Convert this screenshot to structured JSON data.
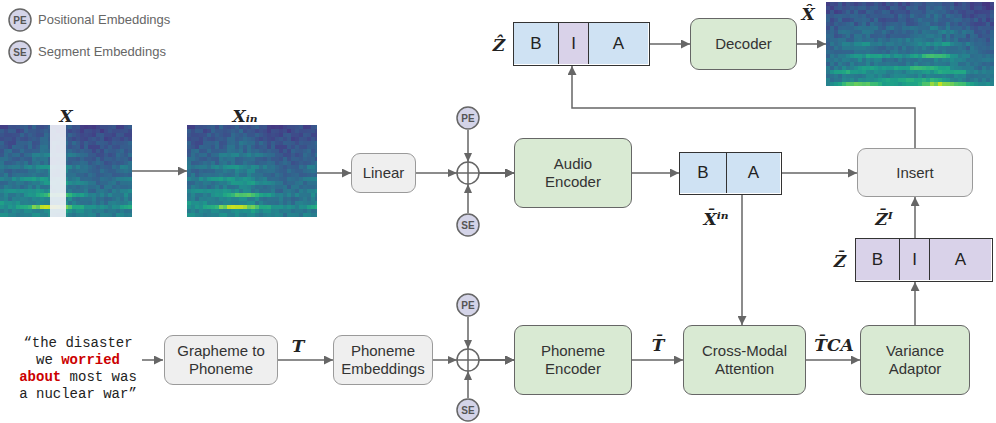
{
  "diagram": {
    "nodes": [
      {
        "text": [
          "Ẑ"
        ]
      },
      {
        "text": [
          "B"
        ],
        "in": 0
      },
      {
        "text": [
          "I"
        ],
        "in": 0
      },
      {
        "text": [
          "A"
        ],
        "in": 0
      },
      {
        "text": [
          "Decoder"
        ]
      },
      {
        "text": [
          "X̂"
        ]
      },
      {
        "text": [
          "X"
        ]
      },
      {
        "text": [
          "Xᵢₙ"
        ]
      },
      {
        "text": [
          "Linear"
        ]
      },
      {
        "text": [
          "PE"
        ]
      },
      {
        "text": [
          "SE"
        ]
      },
      {
        "text": [
          "Audio Encoder"
        ]
      },
      {
        "text": [
          "X̄ⁱⁿ"
        ]
      },
      {
        "text": [
          "B"
        ],
        "in": 12
      },
      {
        "text": [
          "A"
        ],
        "in": 12
      },
      {
        "text": [
          "Insert"
        ]
      },
      {
        "text": [
          "Z̄"
        ]
      },
      {
        "text": [
          "B"
        ],
        "in": 16
      },
      {
        "text": [
          "I"
        ],
        "in": 16
      },
      {
        "text": [
          "A"
        ],
        "in": 16
      },
      {
        "text": [
          "Grapheme to Phoneme"
        ]
      },
      {
        "text": [
          "Phoneme Embeddings"
        ]
      },
      {
        "text": [
          "PE"
        ]
      },
      {
        "text": [
          "SE"
        ]
      },
      {
        "text": [
          "Phoneme Encoder"
        ]
      },
      {
        "text": [
          "Cross-Modal Attention"
        ]
      },
      {
        "text": [
          "Variance Adaptor"
        ]
      }
    ],
    "edges": [
      {
        "from": 6,
        "to": 7,
        "arrow": "to"
      },
      {
        "from": 7,
        "to": 8,
        "arrow": "to"
      },
      {
        "from": 8,
        "to": 11,
        "arrow": "to"
      },
      {
        "from": 9,
        "to": 11,
        "arrow": "to"
      },
      {
        "from": 10,
        "to": 11,
        "arrow": "to"
      },
      {
        "from": 11,
        "to": 12,
        "arrow": "to"
      },
      {
        "from": 12,
        "to": 15,
        "arrow": "to"
      },
      {
        "from": 12,
        "to": 25,
        "arrow": "to"
      },
      {
        "from": 15,
        "to": 0,
        "arrow": "to"
      },
      {
        "from": 0,
        "to": 4,
        "arrow": "to"
      },
      {
        "from": 4,
        "to": 5,
        "arrow": "to"
      },
      {
        "from": 16,
        "to": 15,
        "label": "Z̄ᴵ",
        "arrow": "to"
      },
      {
        "from": 20,
        "to": 21,
        "label": "T",
        "arrow": "to"
      },
      {
        "from": 21,
        "to": 24,
        "arrow": "to"
      },
      {
        "from": 22,
        "to": 24,
        "arrow": "to"
      },
      {
        "from": 23,
        "to": 24,
        "arrow": "to"
      },
      {
        "from": 24,
        "to": 25,
        "label": "T̄",
        "arrow": "to"
      },
      {
        "from": 25,
        "to": 26,
        "label": "T̄CA",
        "arrow": "to"
      },
      {
        "from": 26,
        "to": 16,
        "arrow": "to"
      }
    ],
    "labels": [
      "PE",
      "SE",
      "“the disaster",
      "we",
      "worried",
      "about",
      "most was",
      "a nuclear war”"
    ],
    "legend": [
      {
        "text": "Positional Embeddings"
      },
      {
        "text": "Segment Embeddings"
      }
    ]
  }
}
